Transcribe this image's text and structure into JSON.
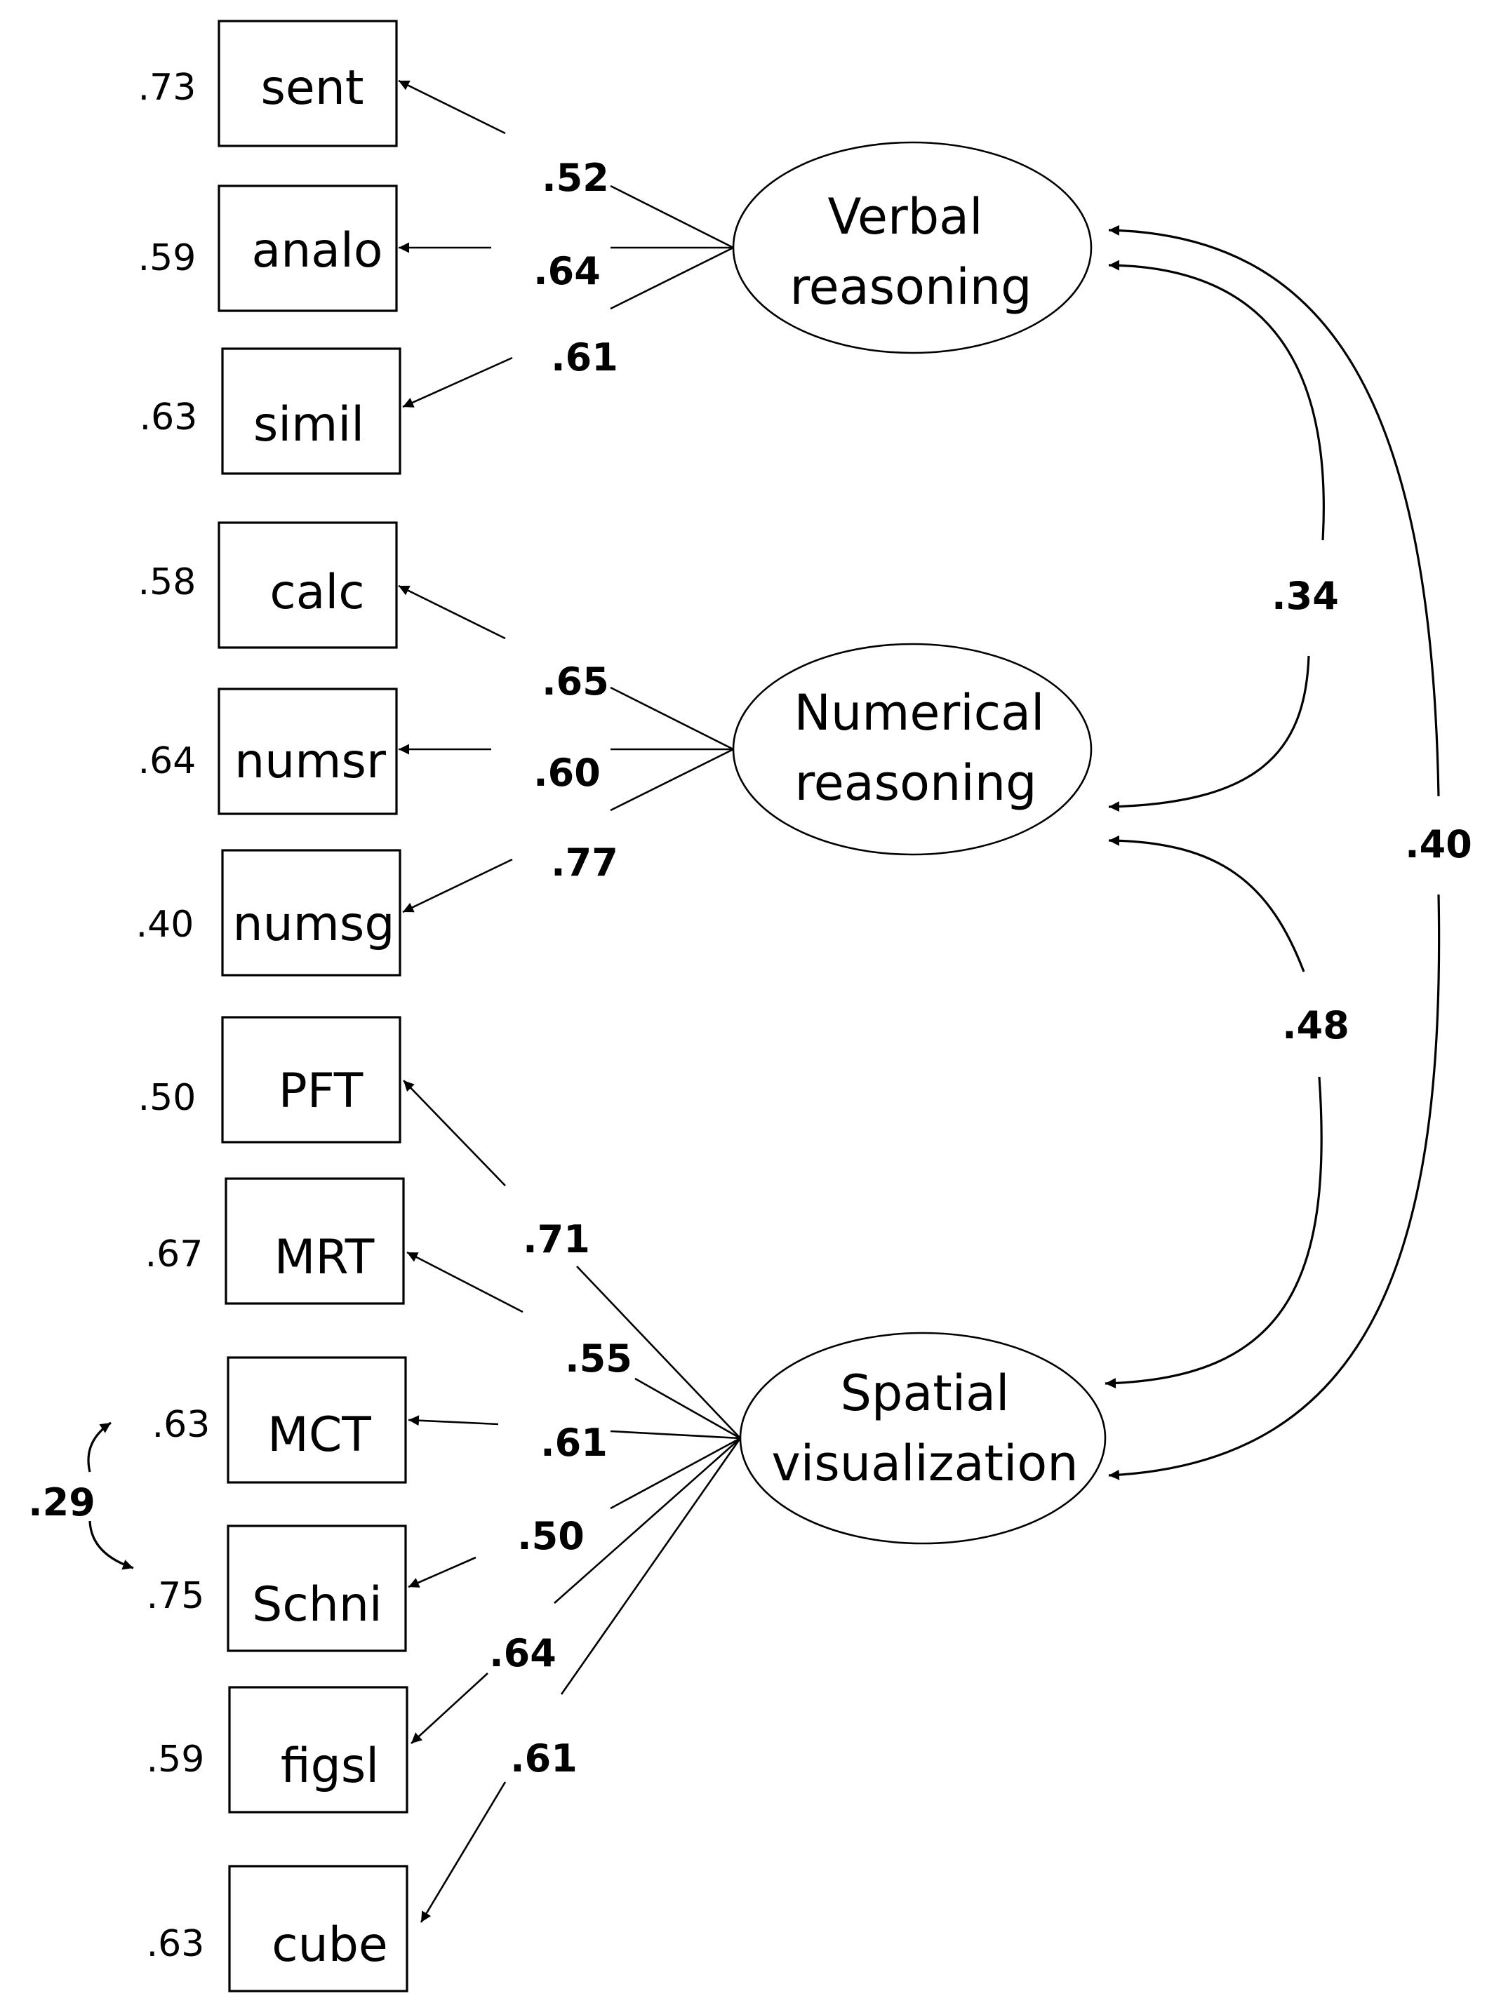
{
  "diagram": {
    "observed": [
      {
        "id": "sent",
        "label": "sent",
        "error": ".73"
      },
      {
        "id": "analo",
        "label": "analo",
        "error": ".59"
      },
      {
        "id": "simil",
        "label": "simil",
        "error": ".63"
      },
      {
        "id": "calc",
        "label": "calc",
        "error": ".58"
      },
      {
        "id": "numsr",
        "label": "numsr",
        "error": ".64"
      },
      {
        "id": "numsg",
        "label": "numsg",
        "error": ".40"
      },
      {
        "id": "PFT",
        "label": "PFT",
        "error": ".50"
      },
      {
        "id": "MRT",
        "label": "MRT",
        "error": ".67"
      },
      {
        "id": "MCT",
        "label": "MCT",
        "error": ".63"
      },
      {
        "id": "Schni",
        "label": "Schni",
        "error": ".75"
      },
      {
        "id": "figsl",
        "label": "figsl",
        "error": ".59"
      },
      {
        "id": "cube",
        "label": "cube",
        "error": ".63"
      }
    ],
    "latent": [
      {
        "id": "verbal",
        "line1": "Verbal",
        "line2": "reasoning"
      },
      {
        "id": "numerical",
        "line1": "Numerical",
        "line2": "reasoning"
      },
      {
        "id": "spatial",
        "line1": "Spatial",
        "line2": "visualization"
      }
    ],
    "loadings": [
      {
        "from": "verbal",
        "to": "sent",
        "value": ".52"
      },
      {
        "from": "verbal",
        "to": "analo",
        "value": ".64"
      },
      {
        "from": "verbal",
        "to": "simil",
        "value": ".61"
      },
      {
        "from": "numerical",
        "to": "calc",
        "value": ".65"
      },
      {
        "from": "numerical",
        "to": "numsr",
        "value": ".60"
      },
      {
        "from": "numerical",
        "to": "numsg",
        "value": ".77"
      },
      {
        "from": "spatial",
        "to": "PFT",
        "value": ".71"
      },
      {
        "from": "spatial",
        "to": "MRT",
        "value": ".55"
      },
      {
        "from": "spatial",
        "to": "MCT",
        "value": ".61"
      },
      {
        "from": "spatial",
        "to": "Schni",
        "value": ".50"
      },
      {
        "from": "spatial",
        "to": "figsl",
        "value": ".64"
      },
      {
        "from": "spatial",
        "to": "cube",
        "value": ".61"
      }
    ],
    "correlations": [
      {
        "between": [
          "verbal",
          "numerical"
        ],
        "value": ".34"
      },
      {
        "between": [
          "numerical",
          "spatial"
        ],
        "value": ".48"
      },
      {
        "between": [
          "verbal",
          "spatial"
        ],
        "value": ".40"
      }
    ],
    "error_covariance": {
      "between": [
        "MCT",
        "Schni"
      ],
      "value": ".29"
    }
  }
}
